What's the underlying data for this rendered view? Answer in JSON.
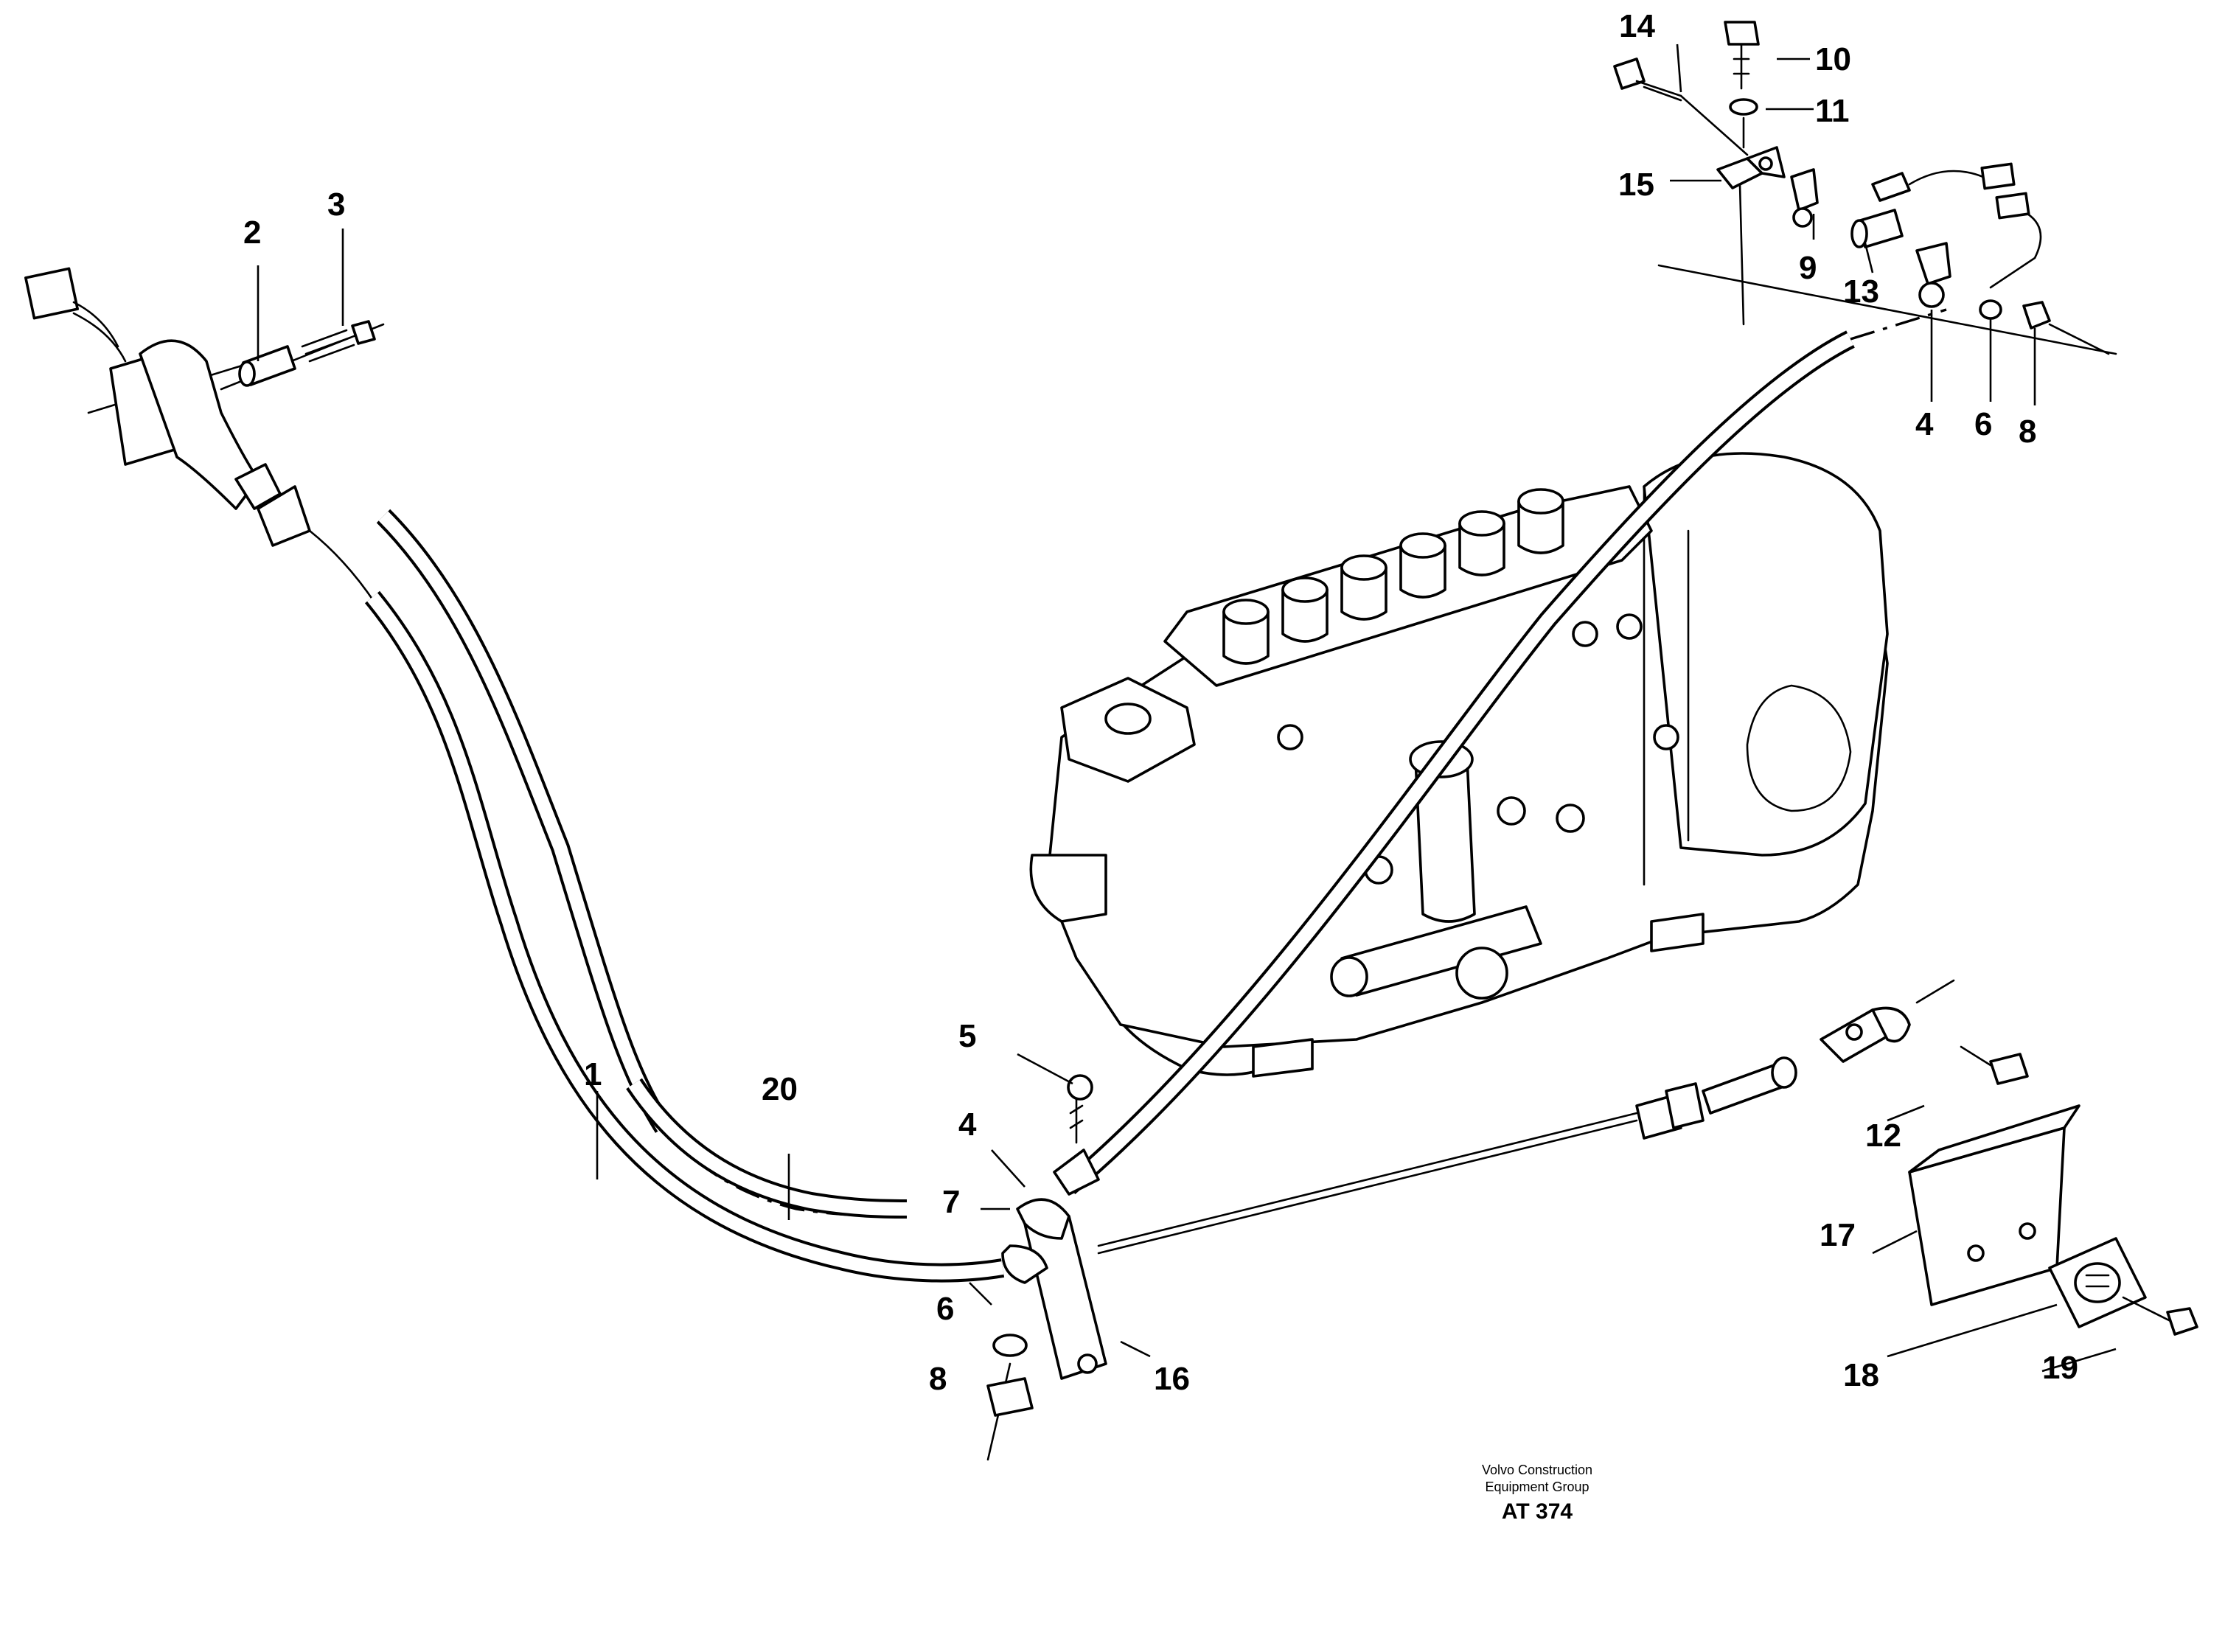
{
  "callouts": {
    "c1": "1",
    "c2": "2",
    "c3": "3",
    "c4a": "4",
    "c4b": "4",
    "c5": "5",
    "c6a": "6",
    "c6b": "6",
    "c7": "7",
    "c8a": "8",
    "c8b": "8",
    "c9": "9",
    "c10": "10",
    "c11": "11",
    "c12": "12",
    "c13": "13",
    "c14": "14",
    "c15": "15",
    "c16": "16",
    "c17": "17",
    "c18": "18",
    "c19": "19",
    "c20": "20"
  },
  "footer": {
    "line1": "Volvo Construction",
    "line2": "Equipment Group",
    "code": "AT 374"
  }
}
